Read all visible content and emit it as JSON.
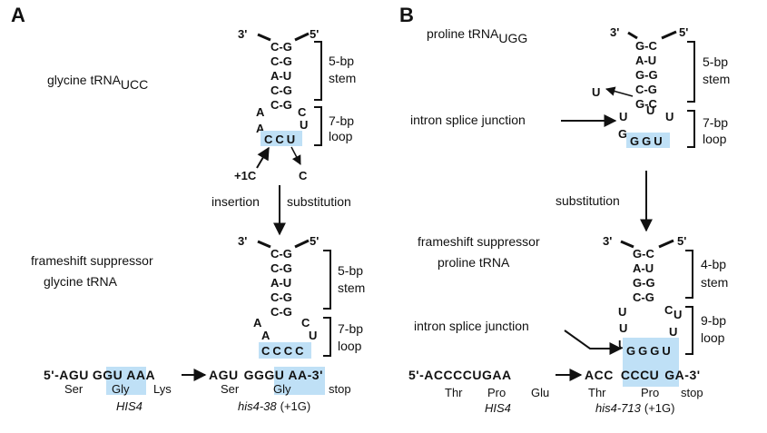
{
  "panel_a": {
    "letter": "A",
    "top": {
      "label_main": "glycine tRNA",
      "label_sub": "UCC",
      "end3": "3'",
      "end5": "5'",
      "stem": [
        "C-G",
        "C-G",
        "A-U",
        "C-G",
        "C-G"
      ],
      "stem_main": "5-bp",
      "stem_sub": "stem",
      "loop_main": "7-bp",
      "loop_sub": "loop",
      "loop_left": [
        "A",
        "A"
      ],
      "loop_right": [
        "C",
        "U"
      ],
      "anticodon": "CCU",
      "insert_nt": "+1C",
      "sub_nt": "C"
    },
    "insertion": "insertion",
    "substitution": "substitution",
    "bottom": {
      "label_line1": "frameshift suppressor",
      "label_line2": "glycine tRNA",
      "end3": "3'",
      "end5": "5'",
      "stem": [
        "C-G",
        "C-G",
        "A-U",
        "C-G",
        "C-G"
      ],
      "stem_main": "5-bp",
      "stem_sub": "stem",
      "loop_main": "7-bp",
      "loop_sub": "loop",
      "loop_left": "A",
      "loop_right": "C",
      "loop_left2": "A",
      "loop_right2": "U",
      "anticodon": "CCCC"
    },
    "seq_left_a": "5'-AGU",
    "seq_left_hl": "GGU",
    "seq_left_b": "AAA",
    "seq_right_a": "AGU",
    "seq_right_hl": "GGGU",
    "seq_right_b": "AA-3'",
    "aa_left": [
      "Ser",
      "Gly",
      "Lys"
    ],
    "aa_right": [
      "Ser",
      "Gly",
      "stop"
    ],
    "gene_left": "HIS4",
    "gene_right": "his4-38",
    "gene_right_note": "(+1G)"
  },
  "panel_b": {
    "letter": "B",
    "top": {
      "label_main": "proline tRNA",
      "label_sub": "UGG",
      "end3": "3'",
      "end5": "5'",
      "stem": [
        "G-C",
        "A-U",
        "G-G",
        "C-G",
        "G-C"
      ],
      "stem_main": "5-bp",
      "stem_sub": "stem",
      "loop_main": "7-bp",
      "loop_sub": "loop",
      "intron_nt": "U",
      "loop_left": [
        "U",
        "G"
      ],
      "loop_right": [
        "U",
        "U"
      ],
      "anticodon": "GGU",
      "intron_label": "intron splice junction"
    },
    "substitution": "substitution",
    "bottom": {
      "label_line1": "frameshift suppressor",
      "label_line2": "proline tRNA",
      "end3": "3'",
      "end5": "5'",
      "stem": [
        "G-C",
        "A-U",
        "G-G",
        "C-G"
      ],
      "stem_main": "4-bp",
      "stem_sub": "stem",
      "loop_main": "9-bp",
      "loop_sub": "loop",
      "loop_left": [
        "U",
        "U",
        "U"
      ],
      "loop_right": [
        "C",
        "U",
        "U"
      ],
      "anticodon": "GGGU",
      "intron_label": "intron splice junction"
    },
    "seq_left": "5'-ACCCCUGAA",
    "seq_right_a": "ACC",
    "seq_right_hl": "CCCU",
    "seq_right_b": "GA-3'",
    "aa_left": [
      "Thr",
      "Pro",
      "Glu"
    ],
    "aa_right": [
      "Thr",
      "Pro",
      "stop"
    ],
    "gene_left": "HIS4",
    "gene_right": "his4-713",
    "gene_right_note": "(+1G)"
  }
}
